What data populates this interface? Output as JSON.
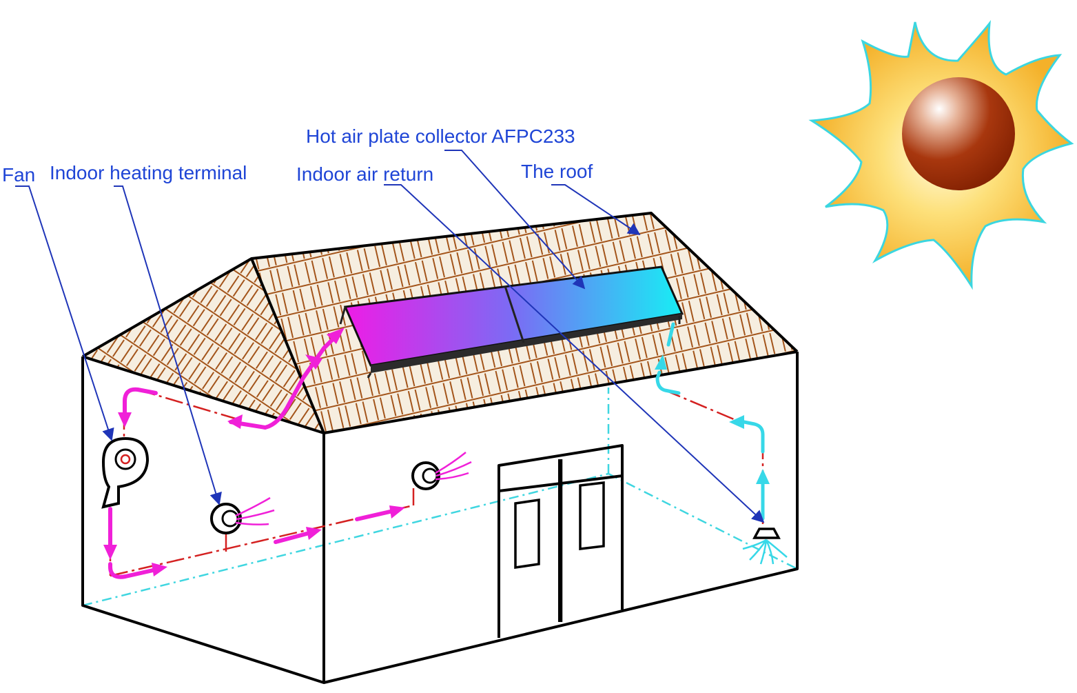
{
  "labels": {
    "fan": "Fan",
    "indoor_heating_terminal": "Indoor heating terminal",
    "hot_air_plate_collector": "Hot air plate collector AFPC233",
    "indoor_air_return": "Indoor air return",
    "the_roof": "The roof"
  },
  "colors": {
    "label_text": "#1f45d6",
    "leader_line": "#1f35b8",
    "hot_air_flow": "#f020d8",
    "return_air_flow": "#37d8e8",
    "duct_centerline": "#d42020",
    "roof_tile": "#a3541a",
    "roof_base": "#f5eddf",
    "sun_rays": "#f7bb2c",
    "sun_core": "#9a2a06"
  },
  "icons": [
    "sun-icon",
    "fan-icon",
    "heating-terminal-icon",
    "air-return-vent-icon",
    "flow-arrow-icon"
  ]
}
